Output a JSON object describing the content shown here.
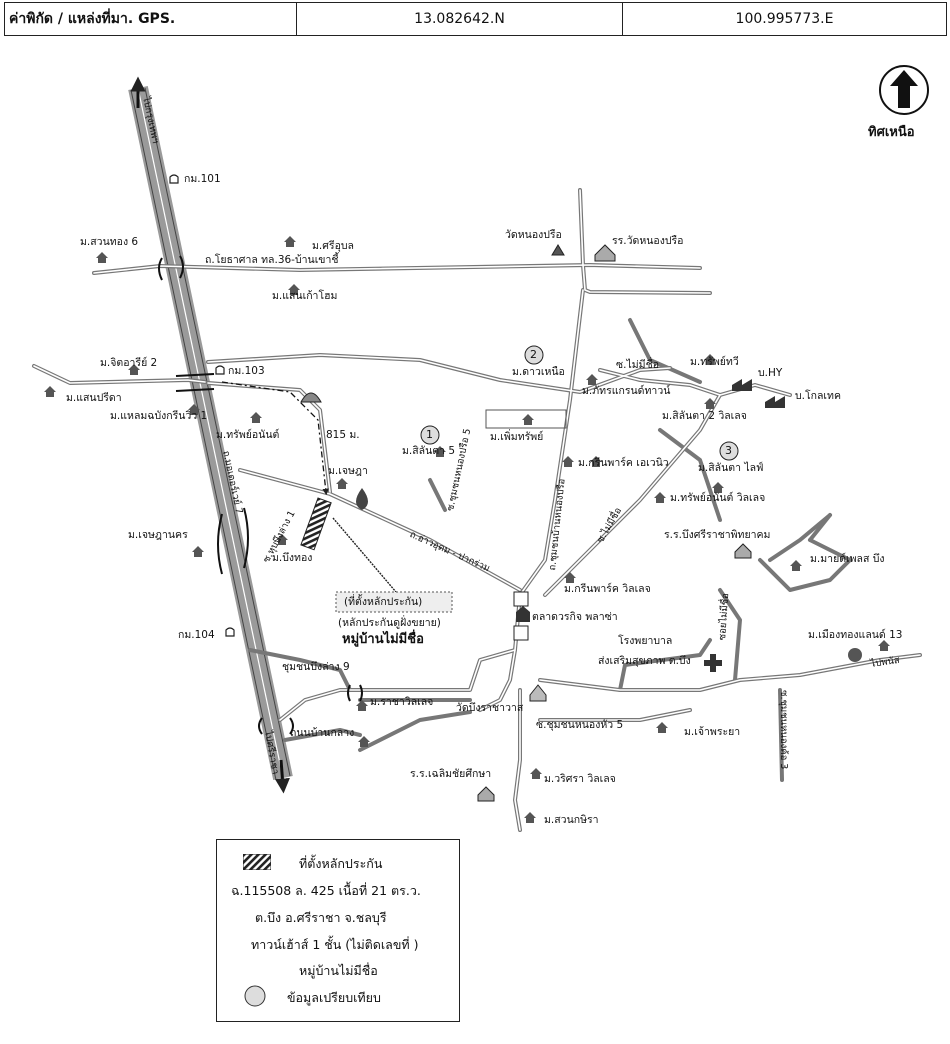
{
  "header": {
    "label": "ค่าพิกัด / แหล่งที่มา. GPS.",
    "lat": "13.082642.N",
    "lon": "100.995773.E"
  },
  "compass": {
    "label": "ทิศเหนือ"
  },
  "roads": {
    "to_bangkok": "ไปกรุงเทพฯ",
    "km101": "กม.101",
    "km103": "กม.103",
    "km104": "กม.104",
    "yothasai": "ถ.โยธาศาล ทล.36-บ้านเขาชี้",
    "highway7": "ถ.มอเตอร์เวย์ 7",
    "soi_bueng_lang1": "ซ.หุบบึงล่าง 1",
    "soi_bueng_lang9": "ชุมชนบึงล่าง 9",
    "ao_udom": "ถ.อ่าวอุดม - ปากร่วม",
    "soi_sukhum5": "ซ.ชุมชนหนองปรือ 5",
    "nong_prue_rd": "ถ.ชุมชนบ้านหนองปรือ",
    "soi_mai_mi_chue": "ซ.ไม่มีชื่อ",
    "soi_mai_mi_chue2": "ซ.ไม่มีชื่อ",
    "soi_mai_mi_chue3": "ซอยไม่มีชื่อ",
    "soi_nong_hua5": "ซ.ชุมชนหนองหัว 5",
    "ban_klang": "ถนนบ้านกลาง",
    "to_panusnikom": "ไปพนัส",
    "soi_right3": "ซ.ชุมชนหนองค้อ 3",
    "to_chonburi_south": "ไปศรีราชา",
    "distance": "815 ม."
  },
  "places": {
    "suan_thong6": "ม.สวนทอง 6",
    "sri_ubon": "ม.ศรีอุบล",
    "saen_kao_hom": "ม.แสนเก้าโฮม",
    "wat_nong_prue": "วัดหนองปรือ",
    "school_wat_nong_prue": "รร.วัดหนองปรือ",
    "jittaree2": "ม.จิตอารีย์ 2",
    "saen_preeda": "ม.แสนปรีดา",
    "laem_chabang": "ม.แหลมฉบังกรีนวิว 1",
    "sap_anan": "ม.ทรัพย์อนันต์",
    "jetsada": "ม.เจษฎา",
    "jetsada_nakhon": "ม.เจษฎานคร",
    "bueng_thong": "ม.บึงทอง",
    "silanta5": "ม.สิลันตา 5",
    "dao_nuea": "ม.ดาวเหนือ",
    "permsap": "ม.เพิ่มทรัพย์",
    "pattra_grand": "ม.ภัทรแกรนด์ทาวน์",
    "green_park_avenue": "ม.กรีนพาร์ค เอเวนิว",
    "sap_thawee": "ม.ทรัพย์ทวี",
    "b_hy": "บ.HY",
    "b_global": "บ.โกลเทค",
    "silanta2": "ม.สิลันตา 2 วิลเลจ",
    "silanta_life": "ม.สิลันตา ไลฟ์",
    "sap_anan_village": "ม.ทรัพย์อนันต์ วิลเลจ",
    "school_bueng": "ร.ร.บึงศรีราชาพิทยาคม",
    "my_place": "ม.มายด์เพลส บึง",
    "muang_thong13": "ม.เมืองทองแลนด์ 13",
    "green_park_village": "ม.กรีนพาร์ค วิลเลจ",
    "talad": "ตลาดวรกิจ พลาซ่า",
    "hospital1": "โรงพยาบาล",
    "hospital2": "ส่งเสริมสุขภาพ ต.บึง",
    "ratcha_village": "ม.ราชาวิลเลจ",
    "wat_bueng": "วัดบึงราชาวาส",
    "jao_phraya": "ม.เจ้าพระยา",
    "school_chaloem": "ร.ร.เฉลิมชัยศึกษา",
    "wiriya_village": "ม.วริศรา วิลเลจ",
    "suan_kitra": "ม.สวนกษิรา"
  },
  "site": {
    "label1": "(ที่ตั้งหลักประกัน)",
    "label2": "(หลักประกันดูฝั่งขยาย)",
    "label3": "หมู่บ้านไม่มีชื่อ"
  },
  "markers": {
    "m1": "1",
    "m2": "2",
    "m3": "3"
  },
  "legend": {
    "site_title": "ที่ตั้งหลักประกัน",
    "deed": "ฉ.115508 ล. 425 เนื้อที่ 21 ตร.ว.",
    "location": "ต.บึง  อ.ศรีราชา  จ.ชลบุรี",
    "type": "ทาวน์เฮ้าส์ 1 ชั้น (ไม่ติดเลขที่ )",
    "village": "หมู่บ้านไม่มีชื่อ",
    "compare": "ข้อมูลเปรียบเทียบ"
  }
}
